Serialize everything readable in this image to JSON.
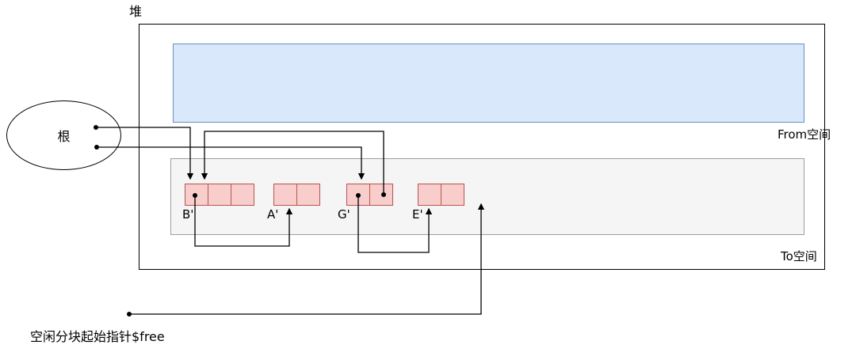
{
  "diagram": {
    "title": "堆",
    "root_label": "根",
    "from_space_label": "From空间",
    "to_space_label": "To空间",
    "free_pointer_label": "空闲分块起始指针$free",
    "blocks": [
      {
        "label": "B'",
        "cells": 3,
        "cells_with_pointer_dot": [
          1
        ]
      },
      {
        "label": "A'",
        "cells": 2,
        "cells_with_pointer_dot": []
      },
      {
        "label": "G'",
        "cells": 2,
        "cells_with_pointer_dot": [
          1,
          2
        ]
      },
      {
        "label": "E'",
        "cells": 2,
        "cells_with_pointer_dot": []
      }
    ],
    "pointers": [
      {
        "from": "根",
        "to": "B'"
      },
      {
        "from": "根",
        "to": "G'"
      },
      {
        "from": "B' cell 1",
        "to": "A'"
      },
      {
        "from": "G' cell 1",
        "to": "E'"
      },
      {
        "from": "G' cell 2",
        "to": "B'"
      },
      {
        "from": "$free",
        "to": "To空间 free area"
      }
    ],
    "colors": {
      "from_space_fill": "#dae8fc",
      "from_space_border": "#6c8ebf",
      "to_space_fill": "#f5f5f5",
      "to_space_border": "#9e9e9e",
      "cell_fill": "#f8cecc",
      "cell_border": "#b85450",
      "heap_border": "#000000",
      "line_color": "#000000"
    }
  }
}
